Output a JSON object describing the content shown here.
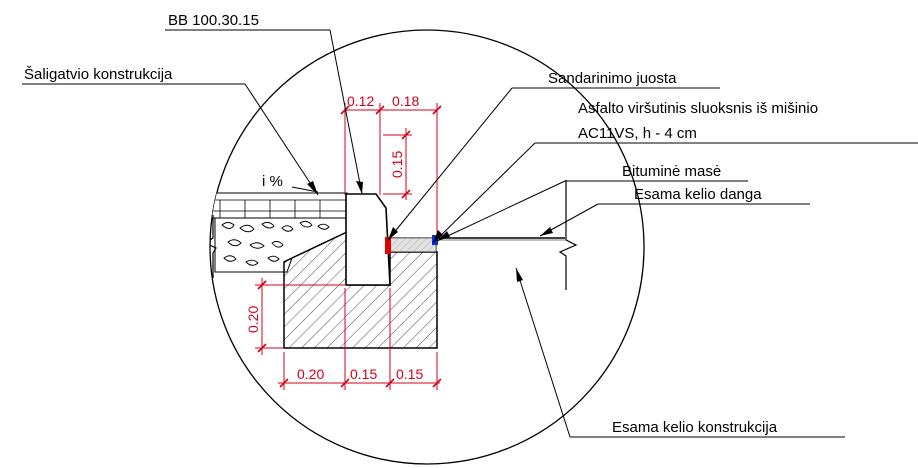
{
  "labels": {
    "curb": "BB 100.30.15",
    "sidewalk": "Šaligatvio konstrukcija",
    "sealing": "Sandarinimo juosta",
    "asphalt_line1": "Asfalto viršutinis sluoksnis iš mišinio",
    "asphalt_line2": "AC11VS, h - 4 cm",
    "bitumen": "Bituminė masė",
    "existing_surface": "Esama kelio danga",
    "existing_structure": "Esama kelio konstrukcija",
    "slope": "i %"
  },
  "dimensions": {
    "top_left": "0.12",
    "top_right": "0.18",
    "vertical_top": "0.15",
    "vertical_left": "0.20",
    "bottom_1": "0.20",
    "bottom_2": "0.15",
    "bottom_3": "0.15"
  },
  "colors": {
    "dimension": "#d4001a",
    "sealing_strip": "#e00000",
    "bitumen_mark": "#0033dd",
    "asphalt_fill": "#c8c8c8"
  }
}
